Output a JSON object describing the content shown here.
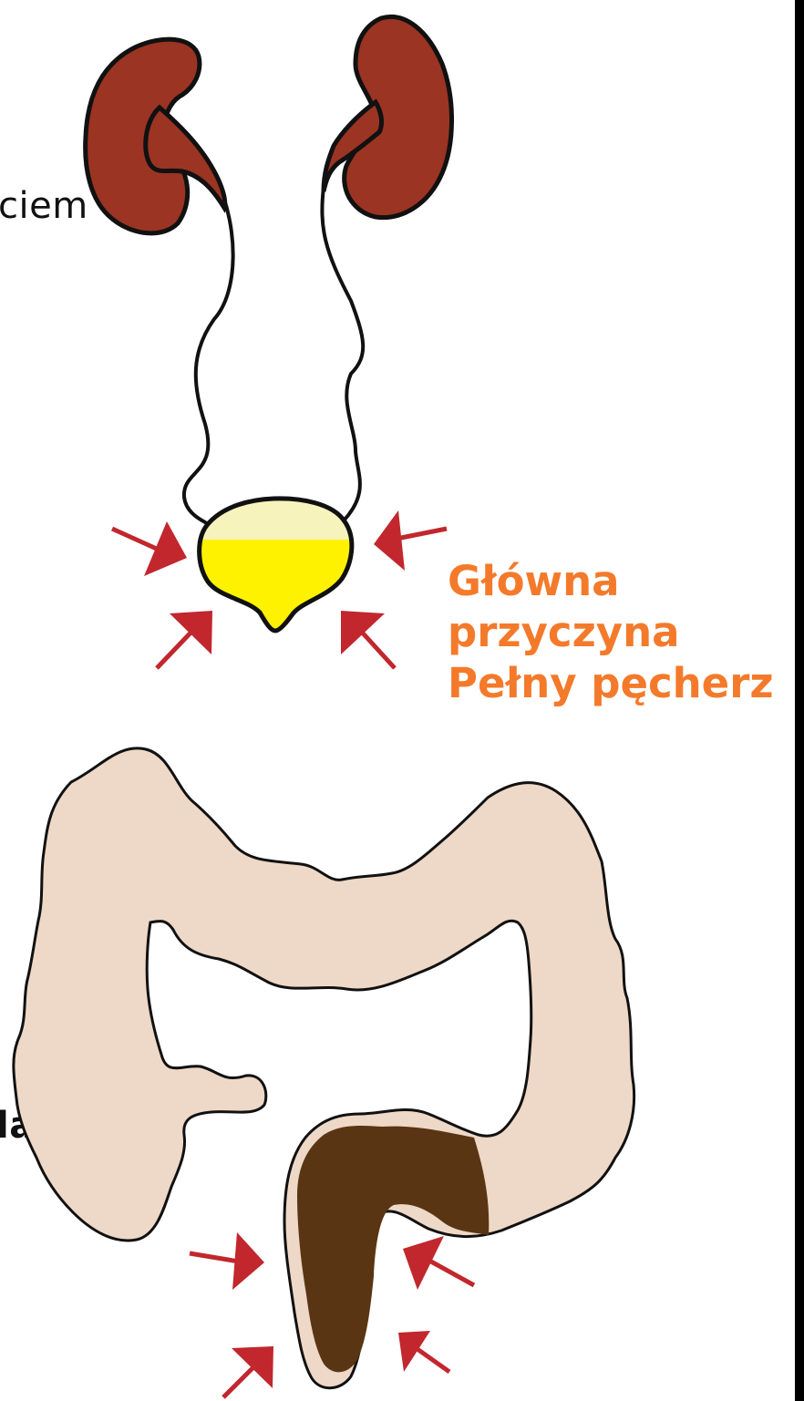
{
  "figure": {
    "kidney_side_text": "ciem",
    "bowel_side_text": "la",
    "label_lines": [
      "Główna",
      "przyczyna",
      "Pełny pęcherz"
    ]
  },
  "colors": {
    "kidney": "#9b3422",
    "bladder_fill": "#fff200",
    "bladder_highlight": "#f7f3bd",
    "colon": "#eed8c7",
    "stool": "#5a3513",
    "arrow": "#c1272d",
    "label": "#f47a2b",
    "outline": "#111111",
    "right_bar": "#000000"
  }
}
